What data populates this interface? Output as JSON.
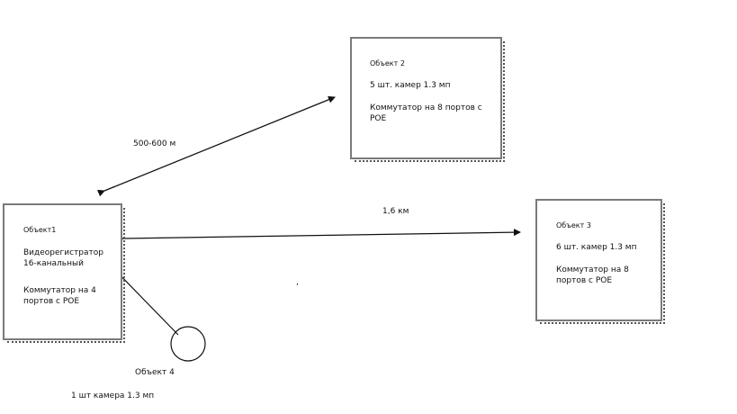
{
  "objects": {
    "obj1": {
      "title": "Объект1",
      "recorder": "Видеорегистратор 16-канальный",
      "switch": "Коммутатор на 4 портов с РОЕ"
    },
    "obj2": {
      "title": "Объект 2",
      "cameras": "5 шт. камер 1.3 мп",
      "switch": "Коммутатор на 8 портов с РОЕ"
    },
    "obj3": {
      "title": "Объект 3",
      "cameras": "6 шт. камер 1.3 мп",
      "switch": "Коммутатор на 8 портов с РОЕ"
    },
    "obj4": {
      "title": "Объект 4",
      "cameras": "1 шт камера 1.3 мп"
    }
  },
  "links": {
    "obj1_obj2": "500-600 м",
    "obj1_obj3": "1,6 км"
  },
  "stray_mark": ",",
  "colors": {
    "line": "#111111",
    "box_border": "#7a7a7a",
    "box_shadow": "#555555"
  }
}
